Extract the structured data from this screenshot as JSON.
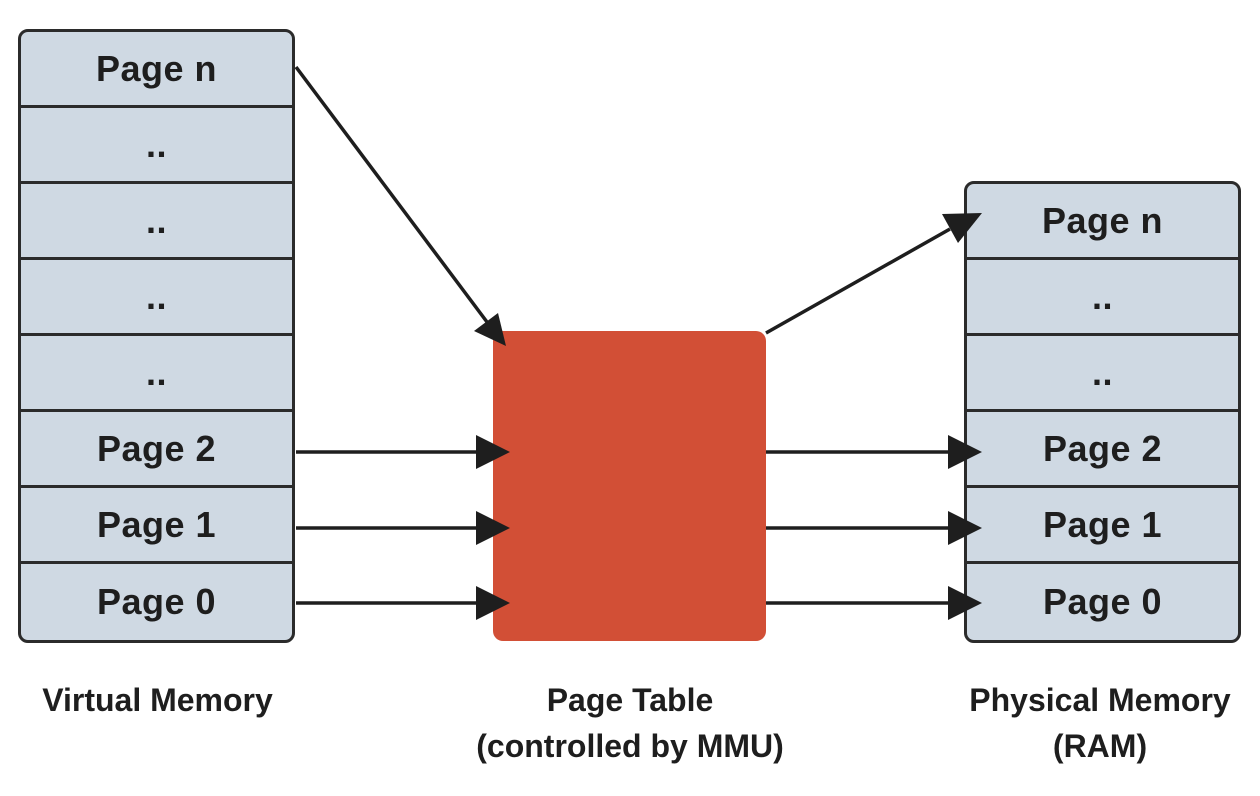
{
  "virtual_memory": {
    "caption": "Virtual Memory",
    "pages": [
      "Page n",
      "..",
      "..",
      "..",
      "..",
      "Page 2",
      "Page 1",
      "Page 0"
    ]
  },
  "page_table": {
    "caption_line1": "Page Table",
    "caption_line2": "(controlled by MMU)",
    "color": "#d24f36"
  },
  "physical_memory": {
    "caption_line1": "Physical Memory",
    "caption_line2": "(RAM)",
    "pages": [
      "Page n",
      "..",
      "..",
      "Page 2",
      "Page 1",
      "Page 0"
    ]
  },
  "colors": {
    "cell_fill": "#cfd9e3",
    "outline": "#2b2b2b",
    "text": "#1e1e1e"
  },
  "mappings": [
    {
      "from": "Page n",
      "to": "Page n"
    },
    {
      "from": "Page 2",
      "to": "Page 2"
    },
    {
      "from": "Page 1",
      "to": "Page 1"
    },
    {
      "from": "Page 0",
      "to": "Page 0"
    }
  ]
}
